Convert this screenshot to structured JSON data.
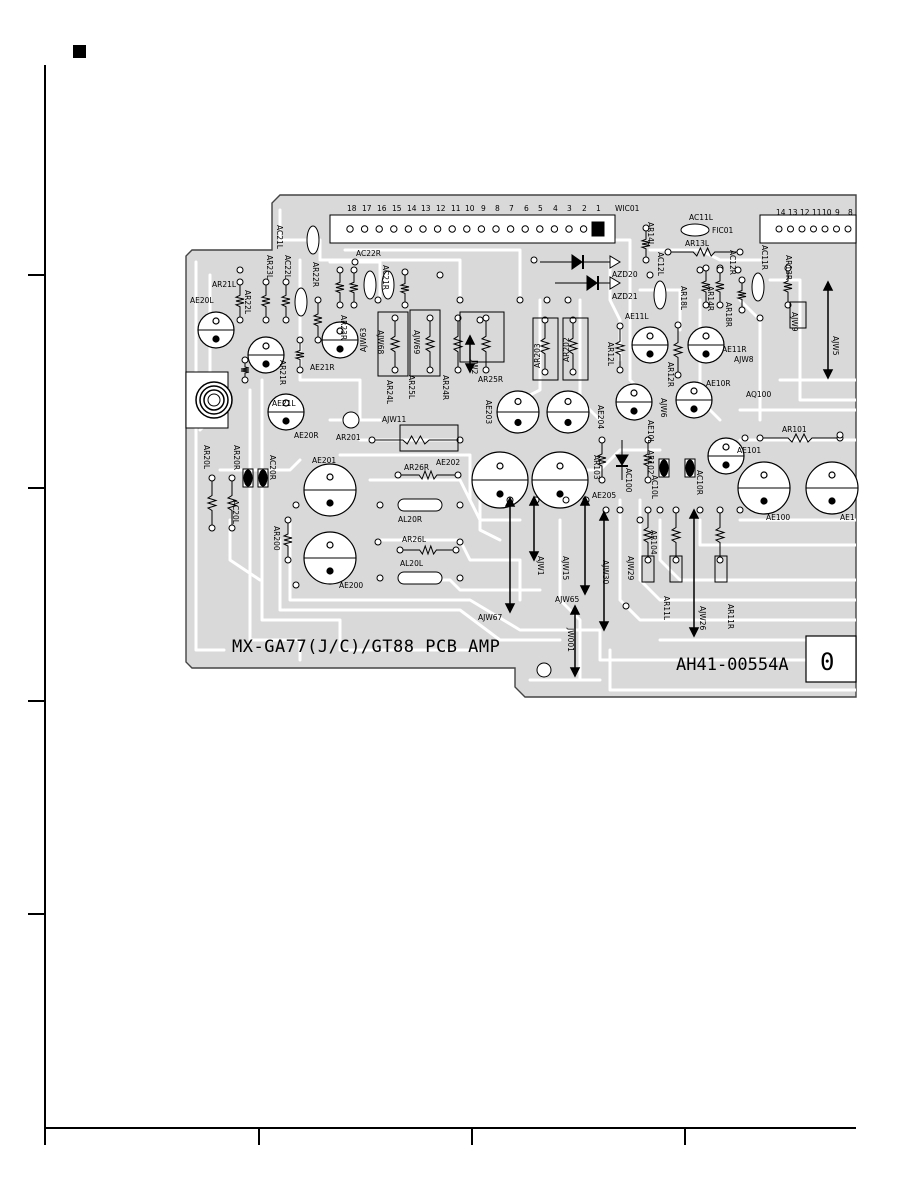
{
  "board": {
    "title": "MX-GA77(J/C)/GT88 PCB AMP",
    "part_number": "AH41-00554A",
    "revision": "0"
  },
  "connector": {
    "name": "WIC01",
    "pins_left": [
      "18",
      "17",
      "16",
      "15",
      "14",
      "13",
      "12",
      "11",
      "10",
      "9",
      "8",
      "7",
      "6",
      "5",
      "4",
      "3",
      "2",
      "1"
    ],
    "pins_right": [
      "14",
      "13",
      "12",
      "11",
      "10",
      "9",
      "8"
    ]
  },
  "labels": [
    {
      "id": "AC21L",
      "text": "AC21L"
    },
    {
      "id": "AR23L",
      "text": "AR23L"
    },
    {
      "id": "AC22L",
      "text": "AC22L"
    },
    {
      "id": "AR22R",
      "text": "AR22R"
    },
    {
      "id": "AC22R",
      "text": "AC22R"
    },
    {
      "id": "AC21R",
      "text": "AC21R"
    },
    {
      "id": "AR21L",
      "text": "AR21L"
    },
    {
      "id": "AR22L",
      "text": "AR22L"
    },
    {
      "id": "AE20L",
      "text": "AE20L"
    },
    {
      "id": "AR24L",
      "text": "AR24L"
    },
    {
      "id": "AR21R",
      "text": "AR21R"
    },
    {
      "id": "AE21R",
      "text": "AE21R"
    },
    {
      "id": "AR23R",
      "text": "AR23R"
    },
    {
      "id": "AJW63",
      "text": "AJW63"
    },
    {
      "id": "AJW68",
      "text": "AJW68"
    },
    {
      "id": "AJW69",
      "text": "AJW69"
    },
    {
      "id": "AR25L",
      "text": "AR25L"
    },
    {
      "id": "AR24R",
      "text": "AR24R"
    },
    {
      "id": "JW2",
      "text": "JW2"
    },
    {
      "id": "AR25R",
      "text": "AR25R"
    },
    {
      "id": "AE21L",
      "text": "AE21L"
    },
    {
      "id": "AE20R",
      "text": "AE20R"
    },
    {
      "id": "AJW11",
      "text": "AJW11"
    },
    {
      "id": "AR201",
      "text": "AR201"
    },
    {
      "id": "AR20L",
      "text": "AR20L"
    },
    {
      "id": "AR20R",
      "text": "AR20R"
    },
    {
      "id": "AC20R",
      "text": "AC20R"
    },
    {
      "id": "AC20L",
      "text": "AC20L"
    },
    {
      "id": "AE201",
      "text": "AE201"
    },
    {
      "id": "AR26R",
      "text": "AR26R"
    },
    {
      "id": "AE202",
      "text": "AE202"
    },
    {
      "id": "AL20R",
      "text": "AL20R"
    },
    {
      "id": "AR200",
      "text": "AR200"
    },
    {
      "id": "AR26L",
      "text": "AR26L"
    },
    {
      "id": "AL20L",
      "text": "AL20L"
    },
    {
      "id": "AE200",
      "text": "AE200"
    },
    {
      "id": "AR203",
      "text": "AR203"
    },
    {
      "id": "AR202",
      "text": "AR202"
    },
    {
      "id": "AE203",
      "text": "AE203"
    },
    {
      "id": "AE204",
      "text": "AE204"
    },
    {
      "id": "AE205",
      "text": "AE205"
    },
    {
      "id": "AR103",
      "text": "AR103"
    },
    {
      "id": "AJW1",
      "text": "AJW1"
    },
    {
      "id": "AJW15",
      "text": "AJW15"
    },
    {
      "id": "AJW30",
      "text": "AJW30"
    },
    {
      "id": "AJW67",
      "text": "AJW67"
    },
    {
      "id": "AJW65",
      "text": "AJW65"
    },
    {
      "id": "JW001",
      "text": "JW001"
    },
    {
      "id": "AZD20",
      "text": "AZD20"
    },
    {
      "id": "AZD21",
      "text": "AZD21"
    },
    {
      "id": "AR14L",
      "text": "AR14L"
    },
    {
      "id": "AC11L",
      "text": "AC11L"
    },
    {
      "id": "FIC01",
      "text": "FIC01"
    },
    {
      "id": "AR13L",
      "text": "AR13L"
    },
    {
      "id": "AC12L",
      "text": "AC12L"
    },
    {
      "id": "AC12R",
      "text": "AC12R"
    },
    {
      "id": "AC11R",
      "text": "AC11R"
    },
    {
      "id": "AR13R",
      "text": "AR13R"
    },
    {
      "id": "AR18L",
      "text": "AR18L"
    },
    {
      "id": "AR14R",
      "text": "AR14R"
    },
    {
      "id": "AR18R",
      "text": "AR18R"
    },
    {
      "id": "AJW9",
      "text": "AJW9"
    },
    {
      "id": "AE11L",
      "text": "AE11L"
    },
    {
      "id": "AE11R",
      "text": "AE11R"
    },
    {
      "id": "AJW8",
      "text": "AJW8"
    },
    {
      "id": "AR12L",
      "text": "AR12L"
    },
    {
      "id": "AR12R",
      "text": "AR12R"
    },
    {
      "id": "AE10R",
      "text": "AE10R"
    },
    {
      "id": "AQ100",
      "text": "AQ100"
    },
    {
      "id": "AJW6",
      "text": "AJW6"
    },
    {
      "id": "AE10L",
      "text": "AE10L"
    },
    {
      "id": "AR101",
      "text": "AR101"
    },
    {
      "id": "AE101",
      "text": "AE101"
    },
    {
      "id": "AR102",
      "text": "AR102"
    },
    {
      "id": "AC100",
      "text": "AC100"
    },
    {
      "id": "AC10L",
      "text": "AC10L"
    },
    {
      "id": "AC10R",
      "text": "AC10R"
    },
    {
      "id": "AE100",
      "text": "AE100"
    },
    {
      "id": "AE1",
      "text": "AE1"
    },
    {
      "id": "AR104",
      "text": "AR104"
    },
    {
      "id": "AJW29",
      "text": "AJW29"
    },
    {
      "id": "AR11L",
      "text": "AR11L"
    },
    {
      "id": "AJW26",
      "text": "AJW26"
    },
    {
      "id": "AR11R",
      "text": "AR11R"
    },
    {
      "id": "AJW5",
      "text": "AJW5"
    }
  ]
}
